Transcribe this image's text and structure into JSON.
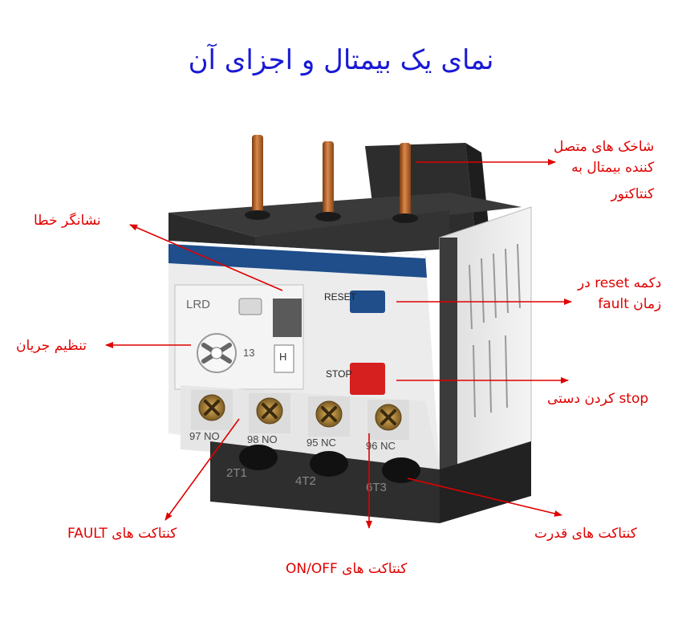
{
  "title": "نمای یک بیمتال و اجزای آن",
  "labels": {
    "connector_pins": [
      "شاخک های متصل",
      "کننده بیمتال به",
      "کنتاکتور"
    ],
    "fault_indicator": "نشانگر خطا",
    "reset_button": [
      "دکمه reset در",
      "زمان fault"
    ],
    "current_setting": "تنظیم جریان",
    "manual_stop": "stop کردن دستی",
    "fault_contacts": "کنتاکت های FAULT",
    "power_contacts": "کنتاکت های قدرت",
    "onoff_contacts": "کنتاکت های ON/OFF"
  },
  "device": {
    "model": "LRD",
    "reset_label": "RESET",
    "stop_label": "STOP",
    "dial_value": "13",
    "mode_letter": "H",
    "aux_terminals": [
      {
        "num": "97",
        "type": "NO"
      },
      {
        "num": "98",
        "type": "NO"
      },
      {
        "num": "95",
        "type": "NC"
      },
      {
        "num": "96",
        "type": "NC"
      }
    ],
    "power_terminals": [
      "2T1",
      "4T2",
      "6T3"
    ]
  },
  "colors": {
    "title": "#1a1ad6",
    "labels": "#e00000",
    "arrows": "#e00000",
    "reset_button": "#1f4e8a",
    "stop_button": "#d61f1f",
    "copper": "#b5651d"
  }
}
